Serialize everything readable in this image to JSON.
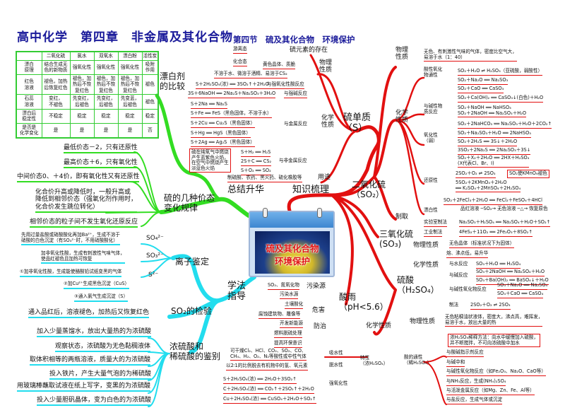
{
  "title": "高中化学　第四章　非金属及其化合物",
  "subtitle": "第四节　硫及其化合物　环境保护",
  "center": {
    "line1": "硫及其化合物",
    "line2": "环境保护"
  },
  "colors": {
    "green": "#33dd22",
    "red": "#e21010",
    "cyan": "#22ddee",
    "title": "#1a1a9a"
  },
  "branches": {
    "summary": "总结升华",
    "knowledge": "知识梳理",
    "method": "学法\n指导"
  },
  "table": {
    "headers": [
      "",
      "二氧化硫",
      "氯水",
      "双氧水",
      "漂白粉",
      "活性炭"
    ],
    "rows": [
      [
        "漂白\n原理",
        "结合生成无\n色的新物质",
        "强氧化性",
        "强氧化性",
        "强氧化性",
        "吸附\n作用"
      ],
      [
        "红色\n溶液",
        "褪色，加热\n后恢复红色",
        "褪色，加\n热后不恢\n复红色",
        "褪色，加\n热后不恢\n复红色",
        "褪色，加\n热后不恢\n复红色",
        "褪色"
      ],
      [
        "石蕊\n溶液",
        "变红，\n不褪色",
        "先变红，\n后褪色",
        "先变红，\n后褪色",
        "先变蓝，\n后褪色",
        "褪色"
      ],
      [
        "漂白后\n稳定性",
        "不稳定",
        "稳定",
        "稳定",
        "稳定",
        "稳定"
      ],
      [
        "是否是\n化学变化",
        "是",
        "是",
        "是",
        "是",
        "否"
      ]
    ],
    "label": "漂白剂\n的比较"
  },
  "valence": {
    "label": "硫的几种价态\n变化规律",
    "items": [
      "最低价态－2，只有还原性",
      "最高价态＋6，只有氧化性",
      "中间价态0、＋4价，即有氧化性又有还原性",
      "化合价升高或降低时，一般升高或\n降低到相邻价态（强氧化剂作用时，\n化合价发生跳位转化）",
      "相邻价态的粒子间不发生氧化还原反应"
    ]
  },
  "ion": {
    "label": "离子鉴定",
    "so4": "SO₄²⁻",
    "so4_text": "先用过量盐酸或硝酸酸化再加Ba²⁺，生成不溶于\n硝酸的白色沉淀（有SO₃²⁻时，不用硝酸酸化）",
    "so3": "SO₃²⁻",
    "so3_text": "加非氧化性酸，生成有刺激性气味气体，\n使品红褪色且加热可恢复",
    "s2": "S²⁻",
    "s2_items": [
      "①加非氧化性酸，生成能使醋酸铅试纸变黑的气体",
      "②加Cu²⁺生成黑色沉淀（CuS）",
      "③通入氯气生成沉淀（S）"
    ]
  },
  "so2test": {
    "label": "SO₂的检验",
    "text": "通入品红后，溶液褪色，加热后又恢复红色"
  },
  "acidid": {
    "label": "浓硫酸和\n稀硫酸的鉴别",
    "items": [
      "加入少量蒸馏水，放出大量热的为浓硫酸",
      "观察状态，浓硫酸为无色黏稠液体",
      "取体积相等的两瓶溶液，质量大的为浓硫酸",
      "投入铁片，产生大量气泡的为稀硫酸",
      "用玻璃棒蘸取试液在纸上写字，变黑的为浓硫酸",
      "投入少量胆矾晶体，变为白色的为浓硫酸"
    ]
  },
  "sulfur": {
    "label": "硫单质\n（S）",
    "existence": "硫元素的存在",
    "free": "游离态",
    "combined": "化合态",
    "phys": "物理\n性质",
    "phys_items": [
      "黄色晶体、质脆",
      "不溶于水、微溶于酒精、易溶于CS₂"
    ],
    "chem": "化学\n性质",
    "acid_eq": "S＋2H₂SO₄(浓) ══ 3SO₂↑＋2H₂O",
    "acid_label": "与强氧化性酸反应",
    "base_eq": "3S＋6NaOH ══ 2Na₂S＋Na₂SO₃＋3H₂O",
    "base_label": "与强碱反应",
    "metal_items": [
      "S＋2Na ══ Na₂S",
      "S＋Fe ══ FeS（黑色固体，不溶于水）",
      "S＋2Cu ══ Cu₂S（黑色固体）",
      "S＋Hg ══ HgS（黑色固体）",
      "S＋2Ag ══ Ag₂S（黑色固体）"
    ],
    "metal_label": "与金属反应",
    "flame_note": "硫在纯氧气中燃烧\n产生蓝紫色火焰，\n在空气中燃烧产生\n淡蓝色火焰",
    "nonmetal_items": [
      "S＋H₂ ══ H₂S",
      "2S＋C ══ CS₂",
      "S＋O₂ ══ SO₂"
    ],
    "nonmetal_label": "与非金属反应",
    "use": "用途",
    "use_text": "制硫酸、农药、黑火药、硫化橡胶等"
  },
  "so2": {
    "label": "二氧化硫\n（SO₂）",
    "phys": "物理\n性质",
    "phys_text": "无色、有刺激性气味的气体，密度比空气大，\n易溶于水（1：40）",
    "chem": "化学\n性质",
    "acidox": "酸性氧化\n物通性",
    "acidox_items": [
      "SO₂＋H₂O ⇌ H₂SO₃（亚硫酸，弱酸性）",
      "SO₂＋Na₂O ══ Na₂SO₃"
    ],
    "base": "与碱性物\n质反应",
    "base_items": [
      "SO₂＋CaO ══ CaSO₃",
      "SO₂＋Ca(OH)₂ ══ CaSO₃↓(白色)＋H₂O",
      "SO₂＋NaOH ══ NaHSO₃\nSO₂＋2NaOH ══ Na₂SO₃＋H₂O",
      "SO₂＋2NaHCO₃ ══ Na₂SO₃＋H₂O＋2CO₂↑",
      "SO₂＋Na₂SO₃＋H₂O ══ 2NaHSO₃"
    ],
    "ox": "氧化性\n（弱）",
    "ox_items": [
      "SO₂＋2H₂S ══ 3S↓＋2H₂O",
      "3SO₂＋2Na₂S ══ 2Na₂SO₃＋3S↓"
    ],
    "red": "还原性",
    "red_items": [
      "SO₂＋X₂＋2H₂O ══ 2HX＋H₂SO₄\n(X代表Cl、Br、I)",
      "2SO₂＋O₂ ⇌ 2SO₃",
      "5SO₂＋2KMnO₄＋2H₂O\n══ K₂SO₄＋2MnSO₄＋2H₂SO₄",
      "SO₂＋2FeCl₃＋2H₂O ══ FeCl₂＋FeSO₄＋4HCl"
    ],
    "kmno4_note": "SO₂使KMnO₄褪色",
    "bleach": "漂白性",
    "bleach_text": "品红溶液 ─SO₂→ 无色溶液 ─△→ 恢复原色",
    "prep": "制取",
    "lab": "实验室制法",
    "lab_eq": "Na₂SO₃＋H₂SO₄ ══ Na₂SO₄＋H₂O＋SO₂↑",
    "ind": "工业制法",
    "ind_eq": "4FeS₂＋11O₂ ══ 2Fe₂O₃＋8SO₂↑"
  },
  "so3": {
    "label": "三氧化硫\n(SO₃)",
    "phys": "物理性质",
    "phys_items": [
      "无色晶体（标准状况下为固体）",
      "熔、沸点低，易升华"
    ],
    "chem": "化学性质",
    "water": "与水反应",
    "water_eq": "SO₃＋H₂O ══ H₂SO₄",
    "alk": "与碱反应",
    "alk_items": [
      "SO₃＋2NaOH ══ Na₂SO₄＋H₂O",
      "SO₃＋Ba(OH)₂ ══ BaSO₄↓＋H₂O"
    ],
    "boxide": "与碱性氧化物反应",
    "boxide_items": [
      "SO₃＋Na₂O ══ Na₂SO₄",
      "SO₃＋CaO ══ CaSO₄"
    ],
    "prep": "制法",
    "prep_eq": "2SO₂＋O₂ ⇌ 2SO₃"
  },
  "h2so4": {
    "label": "硫酸\n（H₂SO₄）",
    "phys": "物理性质",
    "phys_text": "无色粘稠油状液体，密度大，沸点高，难挥发，\n易溶于水，放出大量的热",
    "dilute_note": "浓H₂SO₄稀释方法：向水中缓慢加入硫酸，\n并不断搅拌，不可向浓硫酸中加水",
    "chem": "化学性质",
    "acid": "酸的通性\n（稀H₂SO₄）",
    "acid_items": [
      "与酸碱指示剂反应",
      "与碱中和",
      "与碱性氧化物反应（如Fe₂O₃、Na₂O、CaO等）",
      "与NH₃反应，生成(NH₄)₂SO₄",
      "与活泼金属反应（如Mg、Zn、Fe、Al等）",
      "与盐反应，生成气体或沉淀"
    ],
    "special": "特性\n（浓H₂SO₄）",
    "absorb": "吸水性",
    "absorb_text": "可干燥Cl₂、HCl、CO₂、SO₂、CO、\nCH₄、H₂、O₂、N₂等酸性或中性气体",
    "dehyd": "脱水性",
    "dehyd_text": "以2∶1的比例脱去有机物中的氢、氧元素",
    "oxid": "强氧化性",
    "oxid_items": [
      "S＋2H₂SO₄(浓) ══ 2H₂O＋3SO₂↑",
      "C＋2H₂SO₄(浓) ══ CO₂↑＋2SO₂↑＋2H₂O",
      "Cu＋2H₂SO₄(浓) ══ CuSO₄＋2H₂O＋SO₂↑"
    ]
  },
  "acidrain": {
    "label": "酸雨\n（pH<5.6）",
    "source": "污染源",
    "source_text": "SO₂、氮氧化物",
    "harm": "危害",
    "harm_items": [
      "污染水源",
      "土壤酸化",
      "腐蚀建筑物、雕像等"
    ],
    "prevent": "防治",
    "prevent_items": [
      "开发新能源",
      "燃料脱硫处理",
      "提高环保意识"
    ]
  }
}
